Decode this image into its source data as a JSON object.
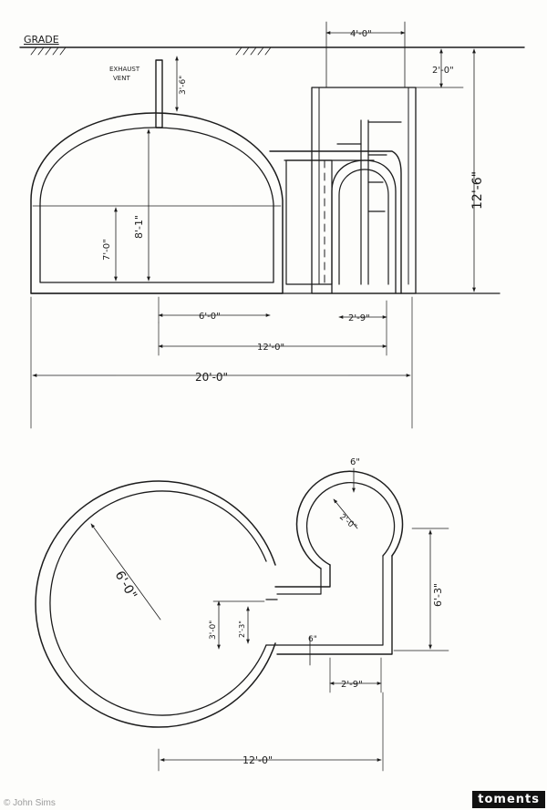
{
  "labels": {
    "grade": "GRADE",
    "exhaust_vent_line1": "EXHAUST",
    "exhaust_vent_line2": "VENT",
    "vent_height": "3'-6\"",
    "top_width": "4'-0\"",
    "top_depth": "2'-0\"",
    "total_height": "12'-6\"",
    "height_8": "8'-1\"",
    "height_7": "7'-0\"",
    "dim_6": "6'-0\"",
    "dim_2_9": "2'-9\"",
    "dim_12": "12'-0\"",
    "dim_20": "20'-0\"",
    "wall_6": "6\"",
    "radius_2": "2'-0\"",
    "radius_6": "6'-0\"",
    "dim_6_3": "6'-3\"",
    "dim_3": "3'-0\"",
    "dim_2_3": "2'-3\"",
    "dim_6in": "6\"",
    "plan_2_9": "2'-9\"",
    "plan_12": "12'-0\""
  },
  "credit": "© John Sims",
  "watermark": "toments",
  "colors": {
    "ink": "#1c1c1c",
    "paper": "#fdfdfb"
  }
}
